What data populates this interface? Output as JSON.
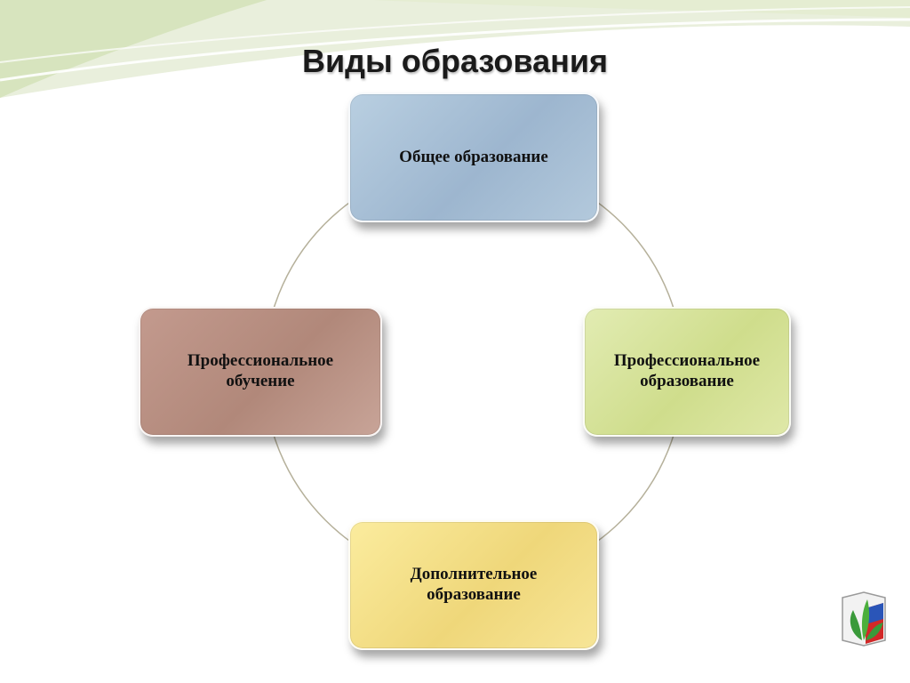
{
  "title": "Виды образования",
  "nodes": {
    "top": "Общее образование",
    "right": "Профессиональное образование",
    "bottom": "Дополнительное образование",
    "left": "Профессиональное обучение"
  },
  "colors": {
    "top": "#a9c0d6",
    "right": "#d6e39a",
    "bottom": "#f3dd85",
    "left": "#b8907f",
    "ring": "#b5b09a"
  },
  "icons": {
    "logo": "emblem-icon"
  }
}
